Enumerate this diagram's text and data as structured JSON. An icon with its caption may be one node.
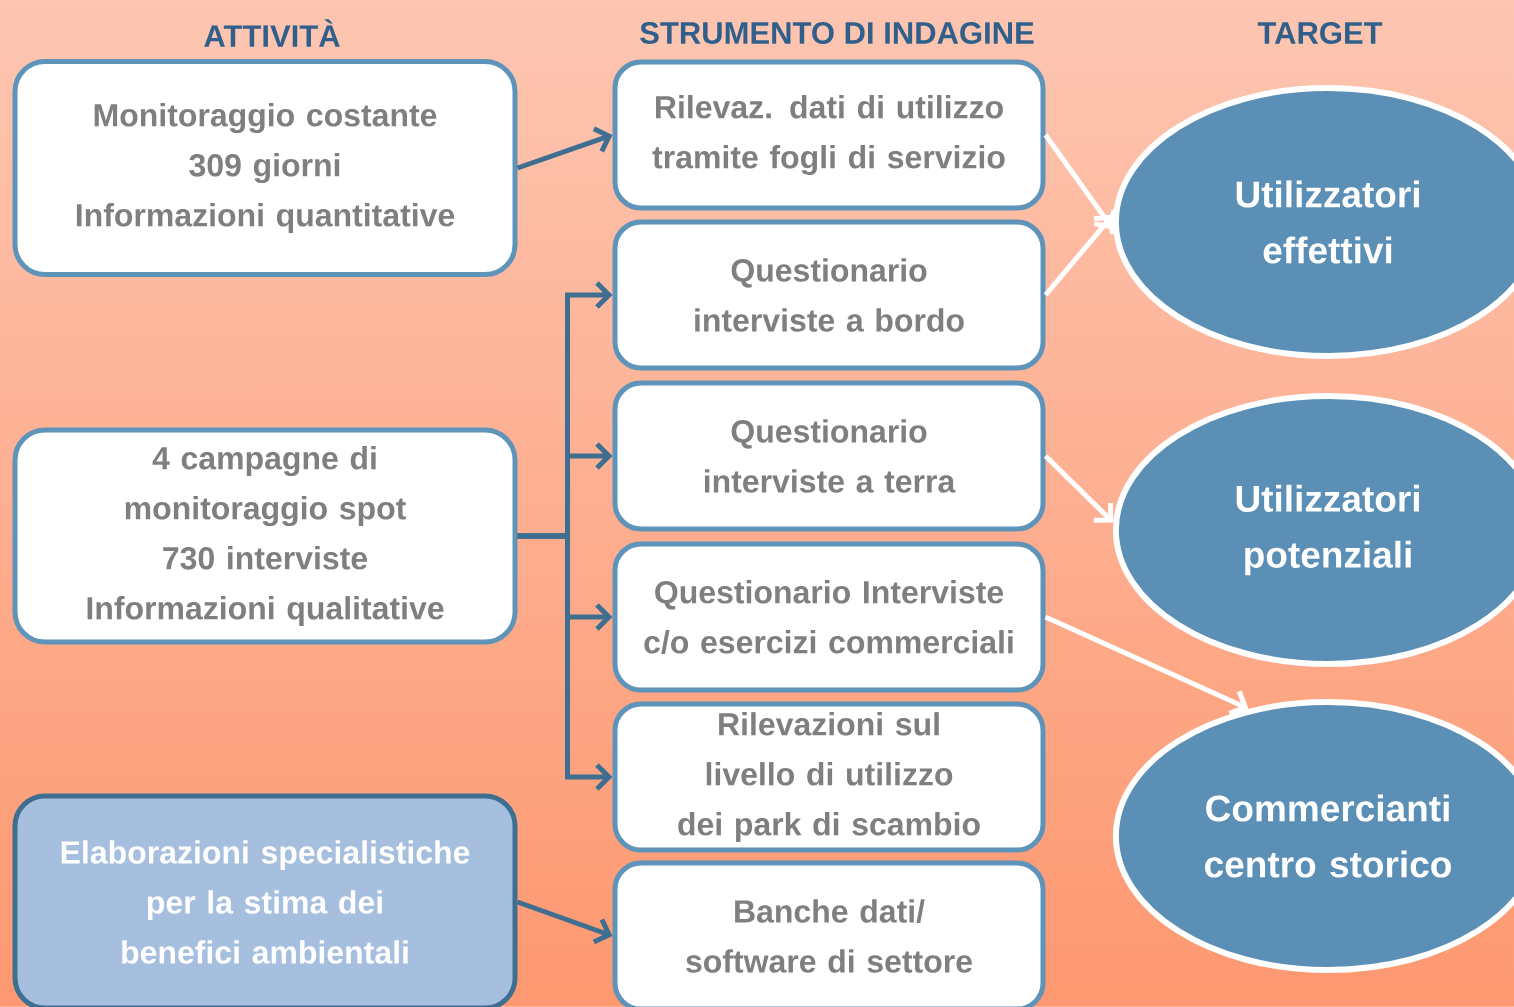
{
  "diagram": {
    "nodes": [
      {
        "text": [
          "Monitoraggio costante",
          "309 giorni",
          "Informazioni quantitative"
        ]
      },
      {
        "text": [
          "4 campagne di monitoraggio spot",
          "730 interviste",
          "Informazioni qualitative"
        ]
      },
      {
        "text": [
          "Elaborazioni specialistiche per la stima dei benefici ambientali"
        ]
      },
      {
        "text": [
          "Rilevaz. dati di utilizzo tramite fogli di servizio"
        ]
      },
      {
        "text": [
          "Questionario interviste a bordo"
        ]
      },
      {
        "text": [
          "Questionario interviste a terra"
        ]
      },
      {
        "text": [
          "Questionario Interviste c/o esercizi commerciali"
        ]
      },
      {
        "text": [
          "Rilevazioni sul livello di utilizzo dei park di scambio"
        ]
      },
      {
        "text": [
          "Banche dati/ software di settore"
        ]
      },
      {
        "text": [
          "Utilizzatori effettivi"
        ]
      },
      {
        "text": [
          "Utilizzatori potenziali"
        ]
      },
      {
        "text": [
          "Commercianti centro storico"
        ]
      }
    ],
    "edges": [
      {
        "from": 0,
        "to": 3,
        "arrow": "to"
      },
      {
        "from": 1,
        "to": 4,
        "arrow": "to"
      },
      {
        "from": 1,
        "to": 5,
        "arrow": "to"
      },
      {
        "from": 1,
        "to": 6,
        "arrow": "to"
      },
      {
        "from": 1,
        "to": 7,
        "arrow": "to"
      },
      {
        "from": 2,
        "to": 8,
        "arrow": "to"
      },
      {
        "from": 3,
        "to": 9,
        "arrow": "to",
        "color": "#ffffff"
      },
      {
        "from": 4,
        "to": 9,
        "arrow": "to",
        "color": "#ffffff"
      },
      {
        "from": 5,
        "to": 10,
        "arrow": "to",
        "color": "#ffffff"
      },
      {
        "from": 6,
        "to": 11,
        "arrow": "to",
        "color": "#ffffff"
      }
    ],
    "labels": [
      "ATTIVITÀ",
      "STRUMENTO DI INDAGINE",
      "TARGET"
    ]
  }
}
